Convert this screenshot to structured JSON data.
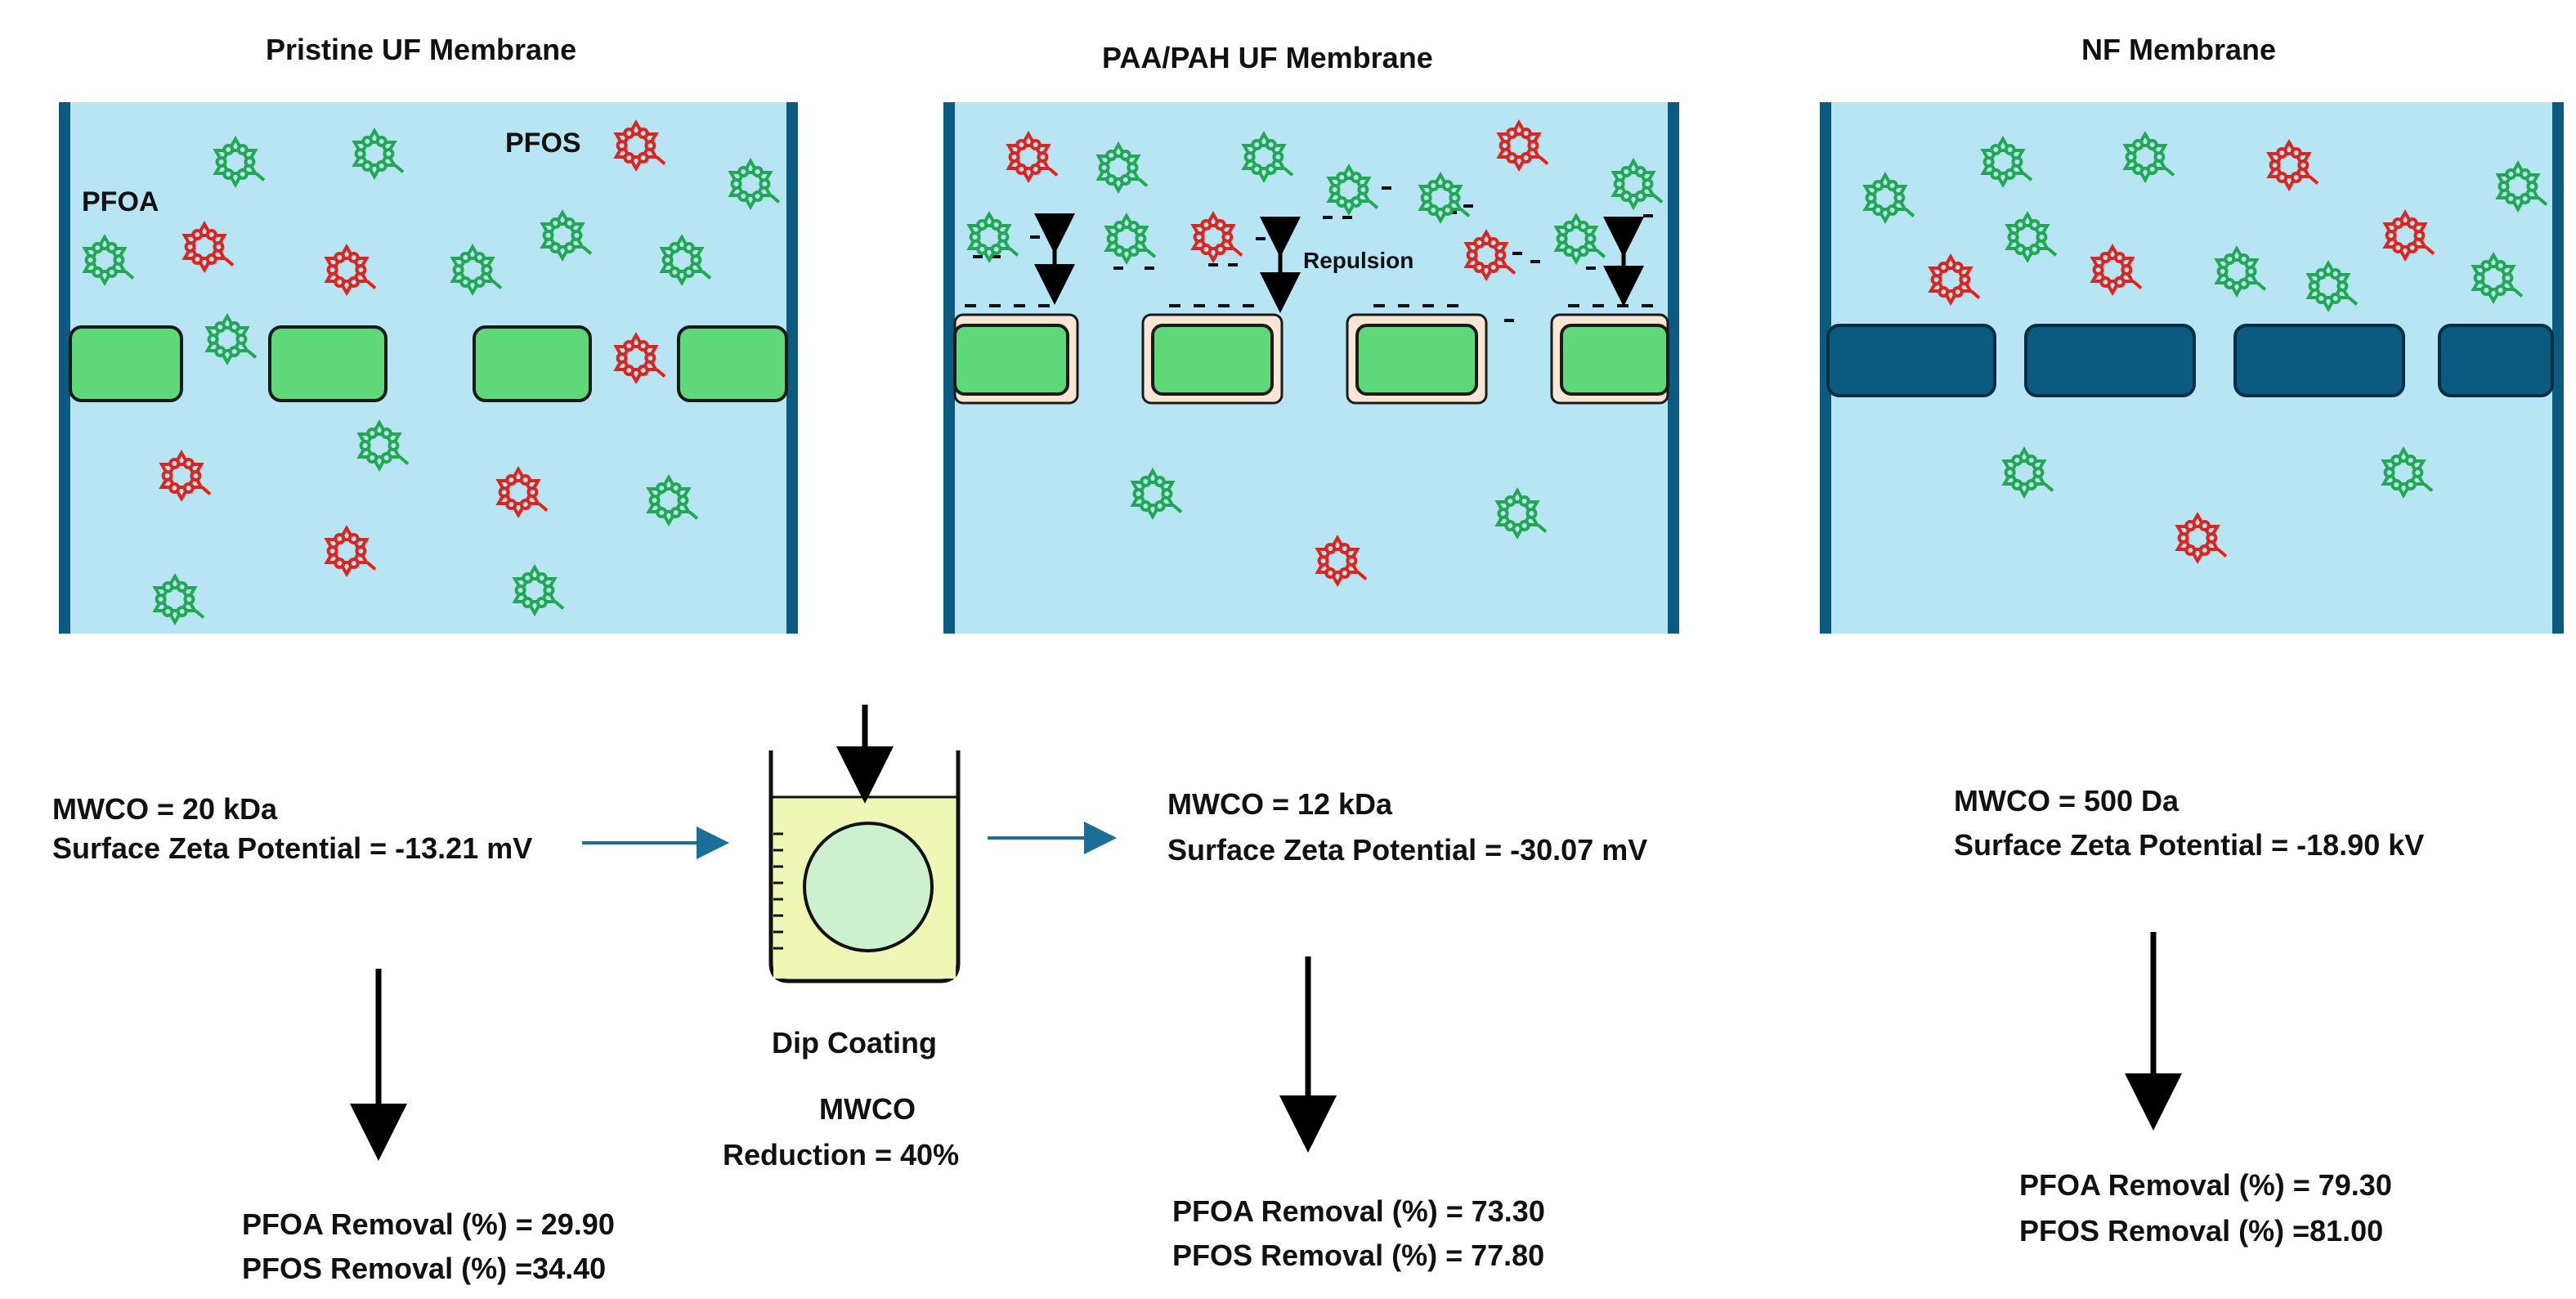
{
  "panels": [
    {
      "title": "Pristine UF Membrane",
      "species_labels": [
        "PFOA",
        "PFOS"
      ],
      "mwco": "MWCO = 20 kDa",
      "zeta": "Surface Zeta Potential = -13.21 mV",
      "pfoa_removal": "PFOA Removal (%) = 29.90",
      "pfos_removal": "PFOS Removal (%) =34.40"
    },
    {
      "title": "PAA/PAH UF Membrane",
      "annotation": "Repulsion",
      "mwco": "MWCO = 12 kDa",
      "zeta": "Surface Zeta Potential = -30.07 mV",
      "pfoa_removal": "PFOA Removal (%) = 73.30",
      "pfos_removal": "PFOS Removal (%) = 77.80"
    },
    {
      "title": "NF Membrane",
      "mwco": "MWCO = 500 Da",
      "zeta": "Surface Zeta Potential = -18.90 kV",
      "pfoa_removal": "PFOA Removal (%) = 79.30",
      "pfos_removal": "PFOS Removal (%) =81.00"
    }
  ],
  "process": {
    "label": "Dip Coating",
    "line1": "MWCO",
    "line2": "Reduction = 40%"
  },
  "colors": {
    "water": "#b8e5f3",
    "wall": "#0b5a80",
    "pfoa": "#22a852",
    "pfos": "#e0231c",
    "uf_pore": "#5fd87a",
    "coating": "#f8e6d4",
    "nf_pore": "#0b5a80",
    "vessel_liquid": "#eef7b4",
    "vessel_disc": "#cdf0cf"
  }
}
